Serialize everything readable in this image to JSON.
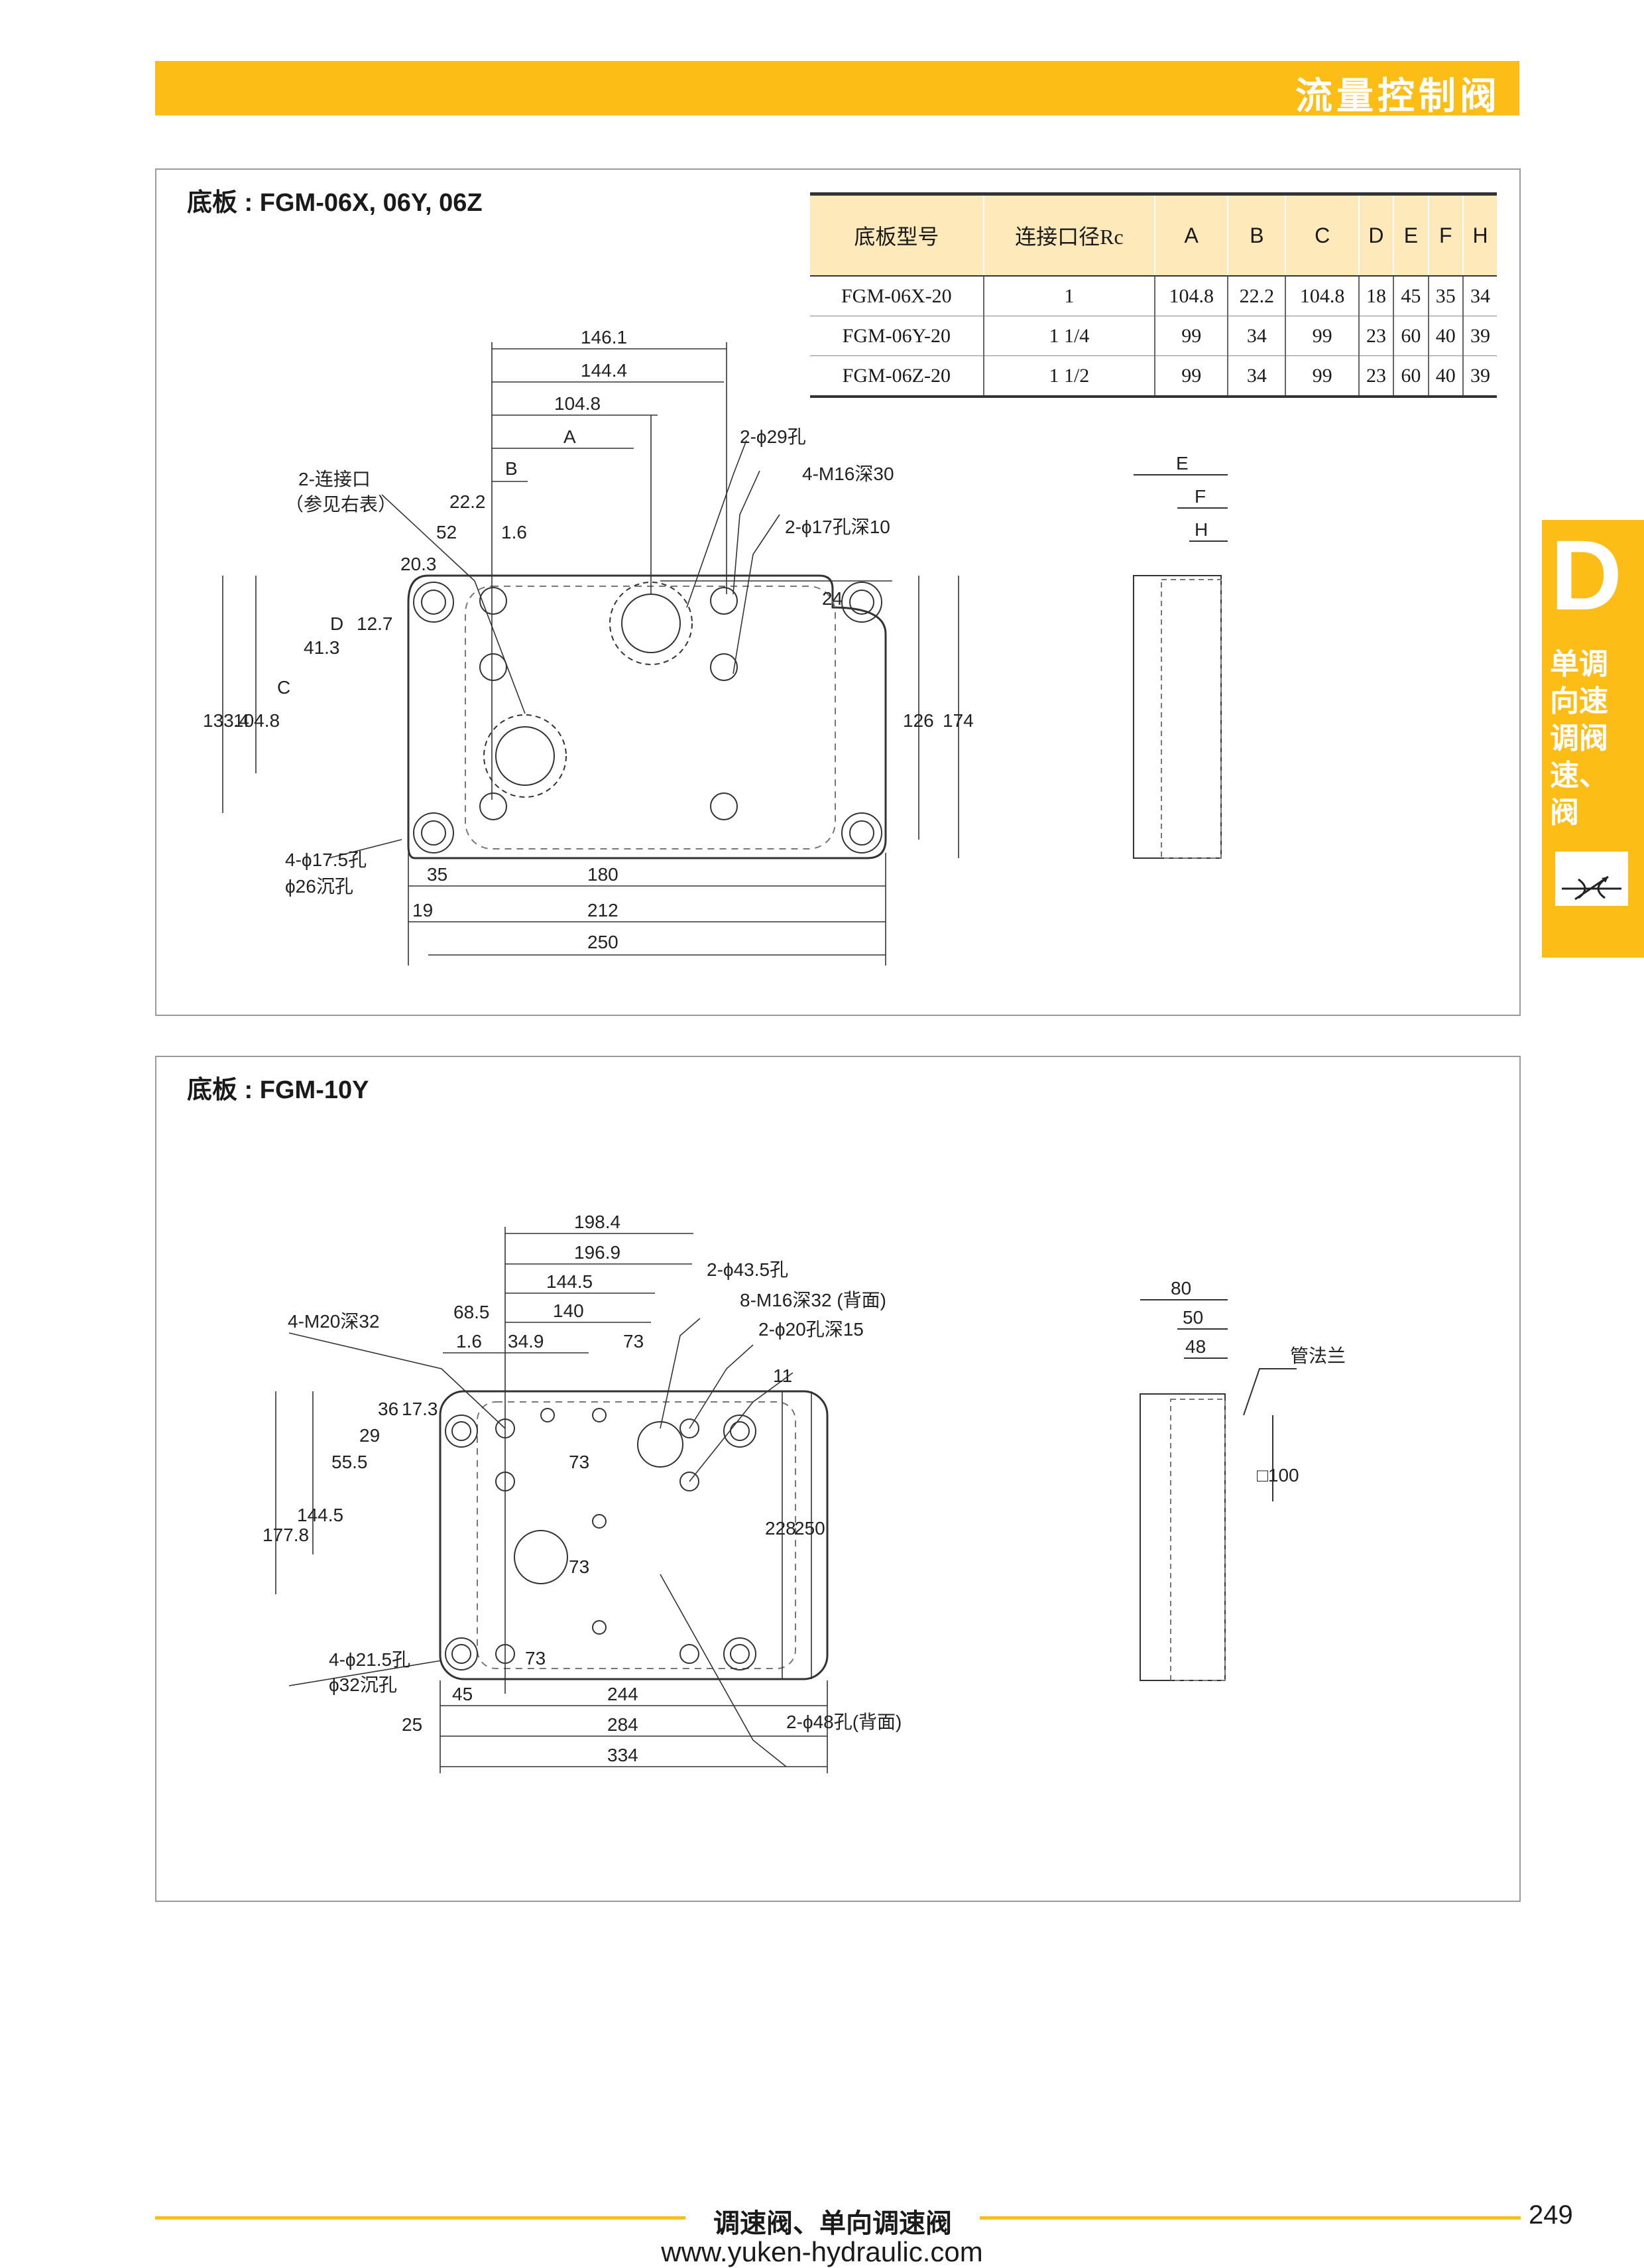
{
  "header": {
    "title": "流量控制阀"
  },
  "section1": {
    "title": "底板 : FGM-06X, 06Y, 06Z",
    "table": {
      "headers": [
        "底板型号",
        "连接口径Rc",
        "A",
        "B",
        "C",
        "D",
        "E",
        "F",
        "H"
      ],
      "rows": [
        [
          "FGM-06X-20",
          "1",
          "104.8",
          "22.2",
          "104.8",
          "18",
          "45",
          "35",
          "34"
        ],
        [
          "FGM-06Y-20",
          "1 1/4",
          "99",
          "34",
          "99",
          "23",
          "60",
          "40",
          "39"
        ],
        [
          "FGM-06Z-20",
          "1 1/2",
          "99",
          "34",
          "99",
          "23",
          "60",
          "40",
          "39"
        ]
      ]
    },
    "labels": {
      "d146_1": "146.1",
      "d144_4": "144.4",
      "d104_8": "104.8",
      "dA": "A",
      "dB": "B",
      "d22_2": "22.2",
      "d52": "52",
      "d1_6": "1.6",
      "d20_3": "20.3",
      "port_note1": "2-连接口",
      "port_note2": "（参见右表）",
      "hole29": "2-ϕ29孔",
      "m16": "4-M16深30",
      "hole17": "2-ϕ17孔深10",
      "d24": "24",
      "dD": "D",
      "d12_7": "12.7",
      "d41_3": "41.3",
      "dC": "C",
      "d104_8v": "104.8",
      "d133_4": "133.4",
      "d126": "126",
      "d174": "174",
      "hole17_5": "4-ϕ17.5孔",
      "cb26": "ϕ26沉孔",
      "d35": "35",
      "d180": "180",
      "d19": "19",
      "d212": "212",
      "d250": "250",
      "dE": "E",
      "dF": "F",
      "dH": "H"
    }
  },
  "section2": {
    "title": "底板 : FGM-10Y",
    "labels": {
      "d198_4": "198.4",
      "d196_9": "196.9",
      "d144_5": "144.5",
      "d140": "140",
      "d68_5": "68.5",
      "d73a": "73",
      "d1_6": "1.6",
      "d34_9": "34.9",
      "m20": "4-M20深32",
      "hole43": "2-ϕ43.5孔",
      "m16": "8-M16深32 (背面)",
      "hole20": "2-ϕ20孔深15",
      "d11": "11",
      "d36": "36",
      "d17_3": "17.3",
      "d29": "29",
      "d55_5": "55.5",
      "d144_5v": "144.5",
      "d177_8": "177.8",
      "d73b": "73",
      "d73c": "73",
      "d228": "228",
      "d250": "250",
      "hole21": "4-ϕ21.5孔",
      "cb32": "ϕ32沉孔",
      "d73d": "73",
      "d45": "45",
      "d244": "244",
      "d25": "25",
      "d284": "284",
      "d334": "334",
      "hole48": "2-ϕ48孔(背面)",
      "d80": "80",
      "d50": "50",
      "d48": "48",
      "flange": "管法兰",
      "sq100": "□100"
    }
  },
  "side_tab": {
    "letter": "D",
    "lines": [
      "单调",
      "向速",
      "调阀",
      "速、",
      "阀"
    ]
  },
  "footer": {
    "title": "调速阀、单向调速阀",
    "page": "249",
    "url": "www.yuken-hydraulic.com"
  }
}
